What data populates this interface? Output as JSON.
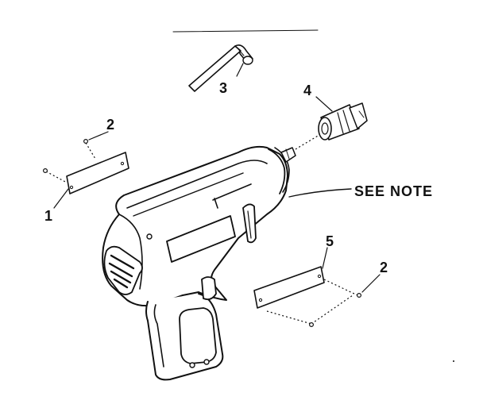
{
  "diagram": {
    "callouts": {
      "part_1": "1",
      "part_2_left": "2",
      "part_2_right": "2",
      "part_3": "3",
      "part_4": "4",
      "part_5": "5"
    },
    "note_label": "SEE NOTE"
  },
  "colors": {
    "ink": "#111111",
    "paper": "#ffffff"
  }
}
